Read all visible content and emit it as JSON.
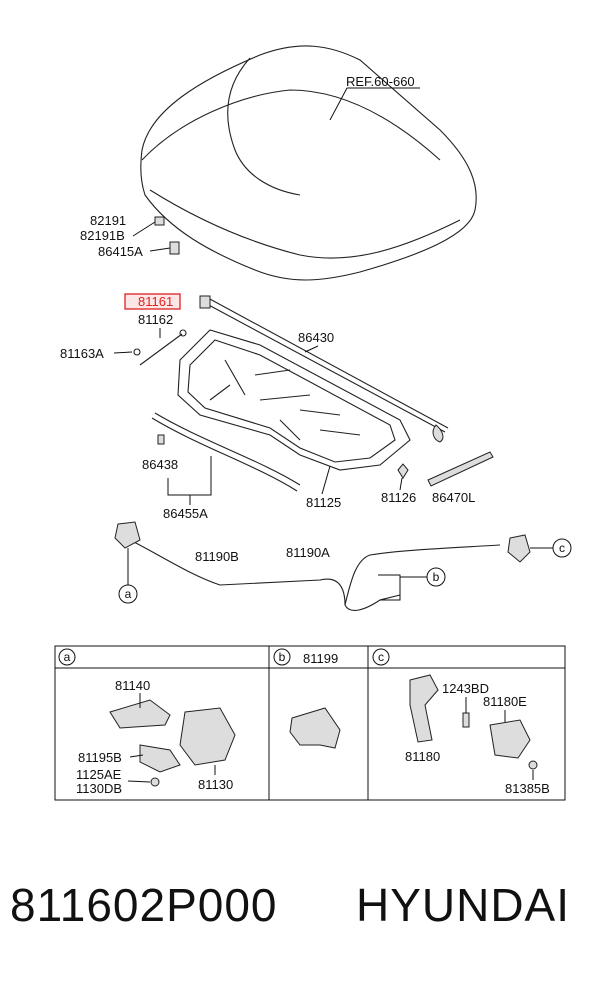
{
  "diagram": {
    "reference": "REF.60-660",
    "labels": {
      "p82191": "82191",
      "p82191b": "82191B",
      "p86415a": "86415A",
      "p81161": "81161",
      "p81162": "81162",
      "p81163a": "81163A",
      "p86430": "86430",
      "p86438": "86438",
      "p86455a": "86455A",
      "p81125": "81125",
      "p81126": "81126",
      "p86470l": "86470L",
      "p81190b": "81190B",
      "p81190a": "81190A"
    },
    "callouts": {
      "a": "a",
      "b": "b",
      "c": "c"
    },
    "highlight_color": "#e03030",
    "detail_table": {
      "cells": [
        {
          "key": "a",
          "title": "",
          "labels": [
            "81140",
            "81195B",
            "1125AE",
            "1130DB",
            "81130"
          ]
        },
        {
          "key": "b",
          "title": "81199",
          "labels": []
        },
        {
          "key": "c",
          "title": "",
          "labels": [
            "1243BD",
            "81180E",
            "81180",
            "81385B"
          ]
        }
      ]
    }
  },
  "footer": {
    "part_number": "811602P000",
    "brand": "HYUNDAI"
  }
}
